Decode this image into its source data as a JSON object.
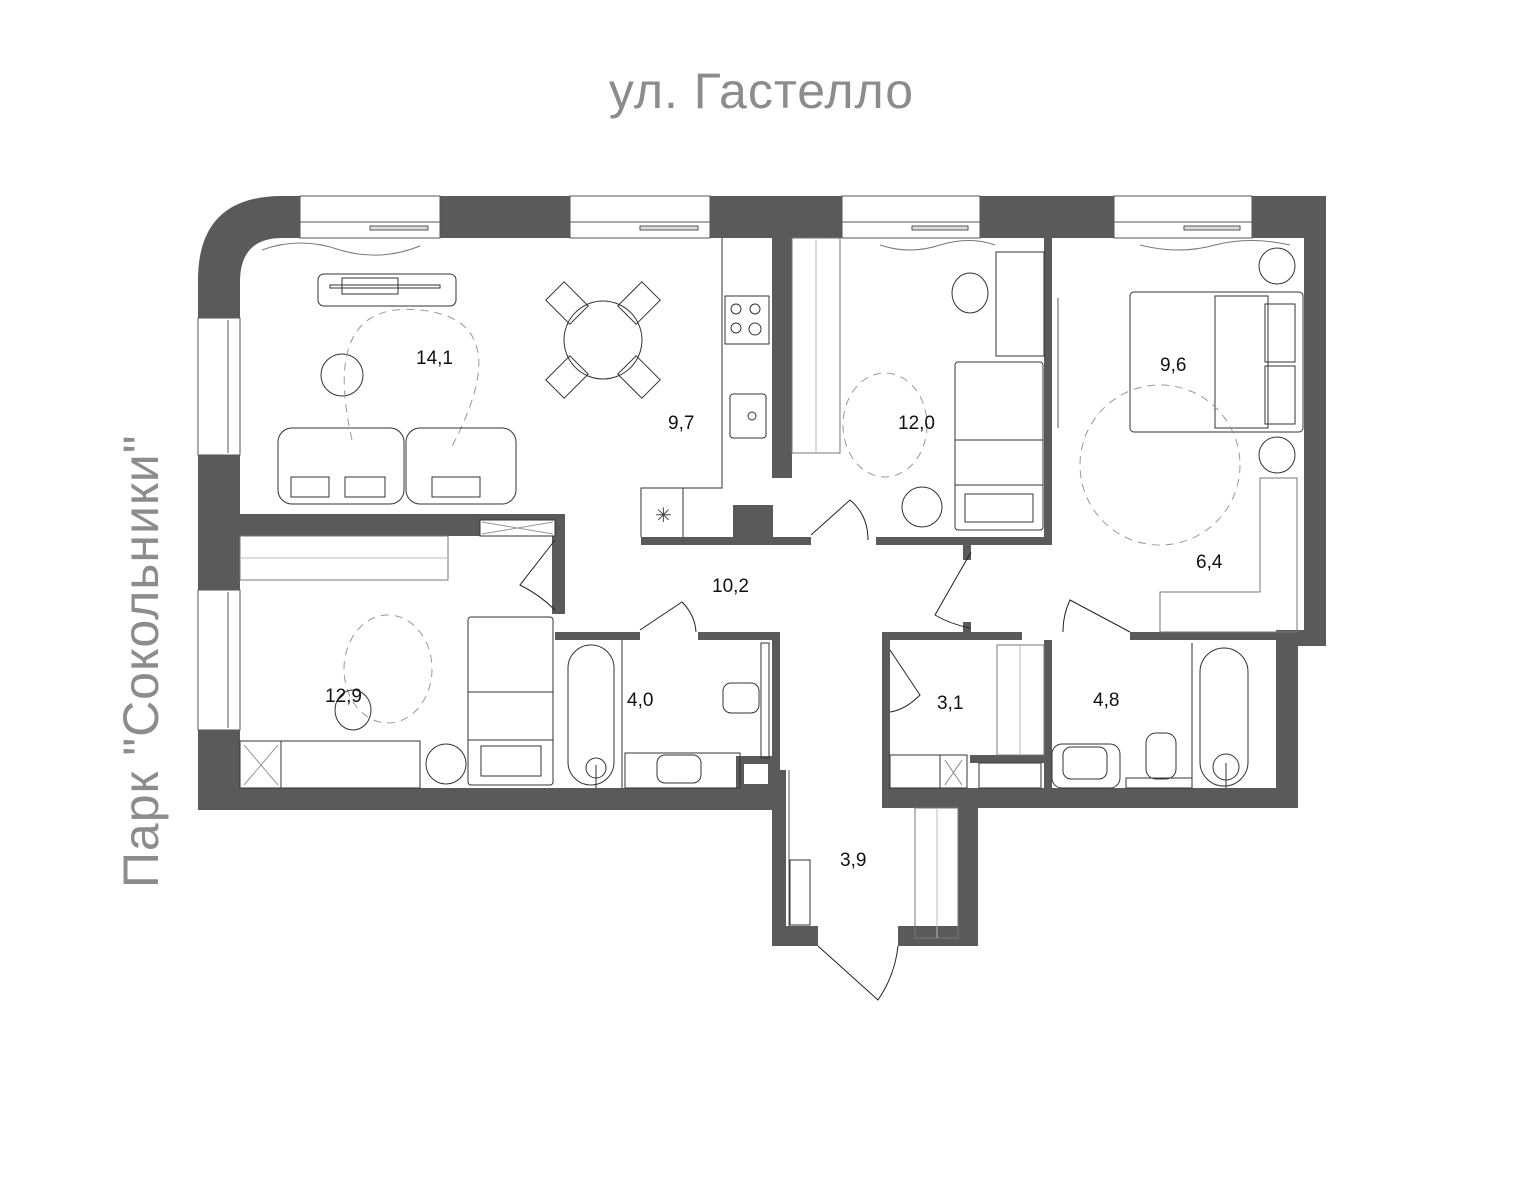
{
  "labels": {
    "street": "ул. Гастелло",
    "park": "Парк \"Сокольники\""
  },
  "colors": {
    "wall": "#5a5a5a",
    "line": "#333333",
    "label_gray": "#8c8c8c",
    "furniture_light": "#b0b0b0"
  },
  "rooms": [
    {
      "id": "living",
      "name": "living-room",
      "area": "14,1"
    },
    {
      "id": "kitchen",
      "name": "kitchen",
      "area": "9,7"
    },
    {
      "id": "bedroom-1",
      "name": "bedroom-center",
      "area": "12,0"
    },
    {
      "id": "bedroom-2",
      "name": "master-bedroom",
      "area": "9,6"
    },
    {
      "id": "wardrobe-2",
      "name": "master-dressing-area",
      "area": "6,4"
    },
    {
      "id": "hall",
      "name": "hallway",
      "area": "10,2"
    },
    {
      "id": "bedroom-3",
      "name": "bedroom-left",
      "area": "12,9"
    },
    {
      "id": "bath-1",
      "name": "bathroom-left",
      "area": "4,0"
    },
    {
      "id": "laundry",
      "name": "laundry-storage",
      "area": "3,1"
    },
    {
      "id": "bath-2",
      "name": "bathroom-right",
      "area": "4,8"
    },
    {
      "id": "entry",
      "name": "entrance-hall",
      "area": "3,9"
    }
  ]
}
